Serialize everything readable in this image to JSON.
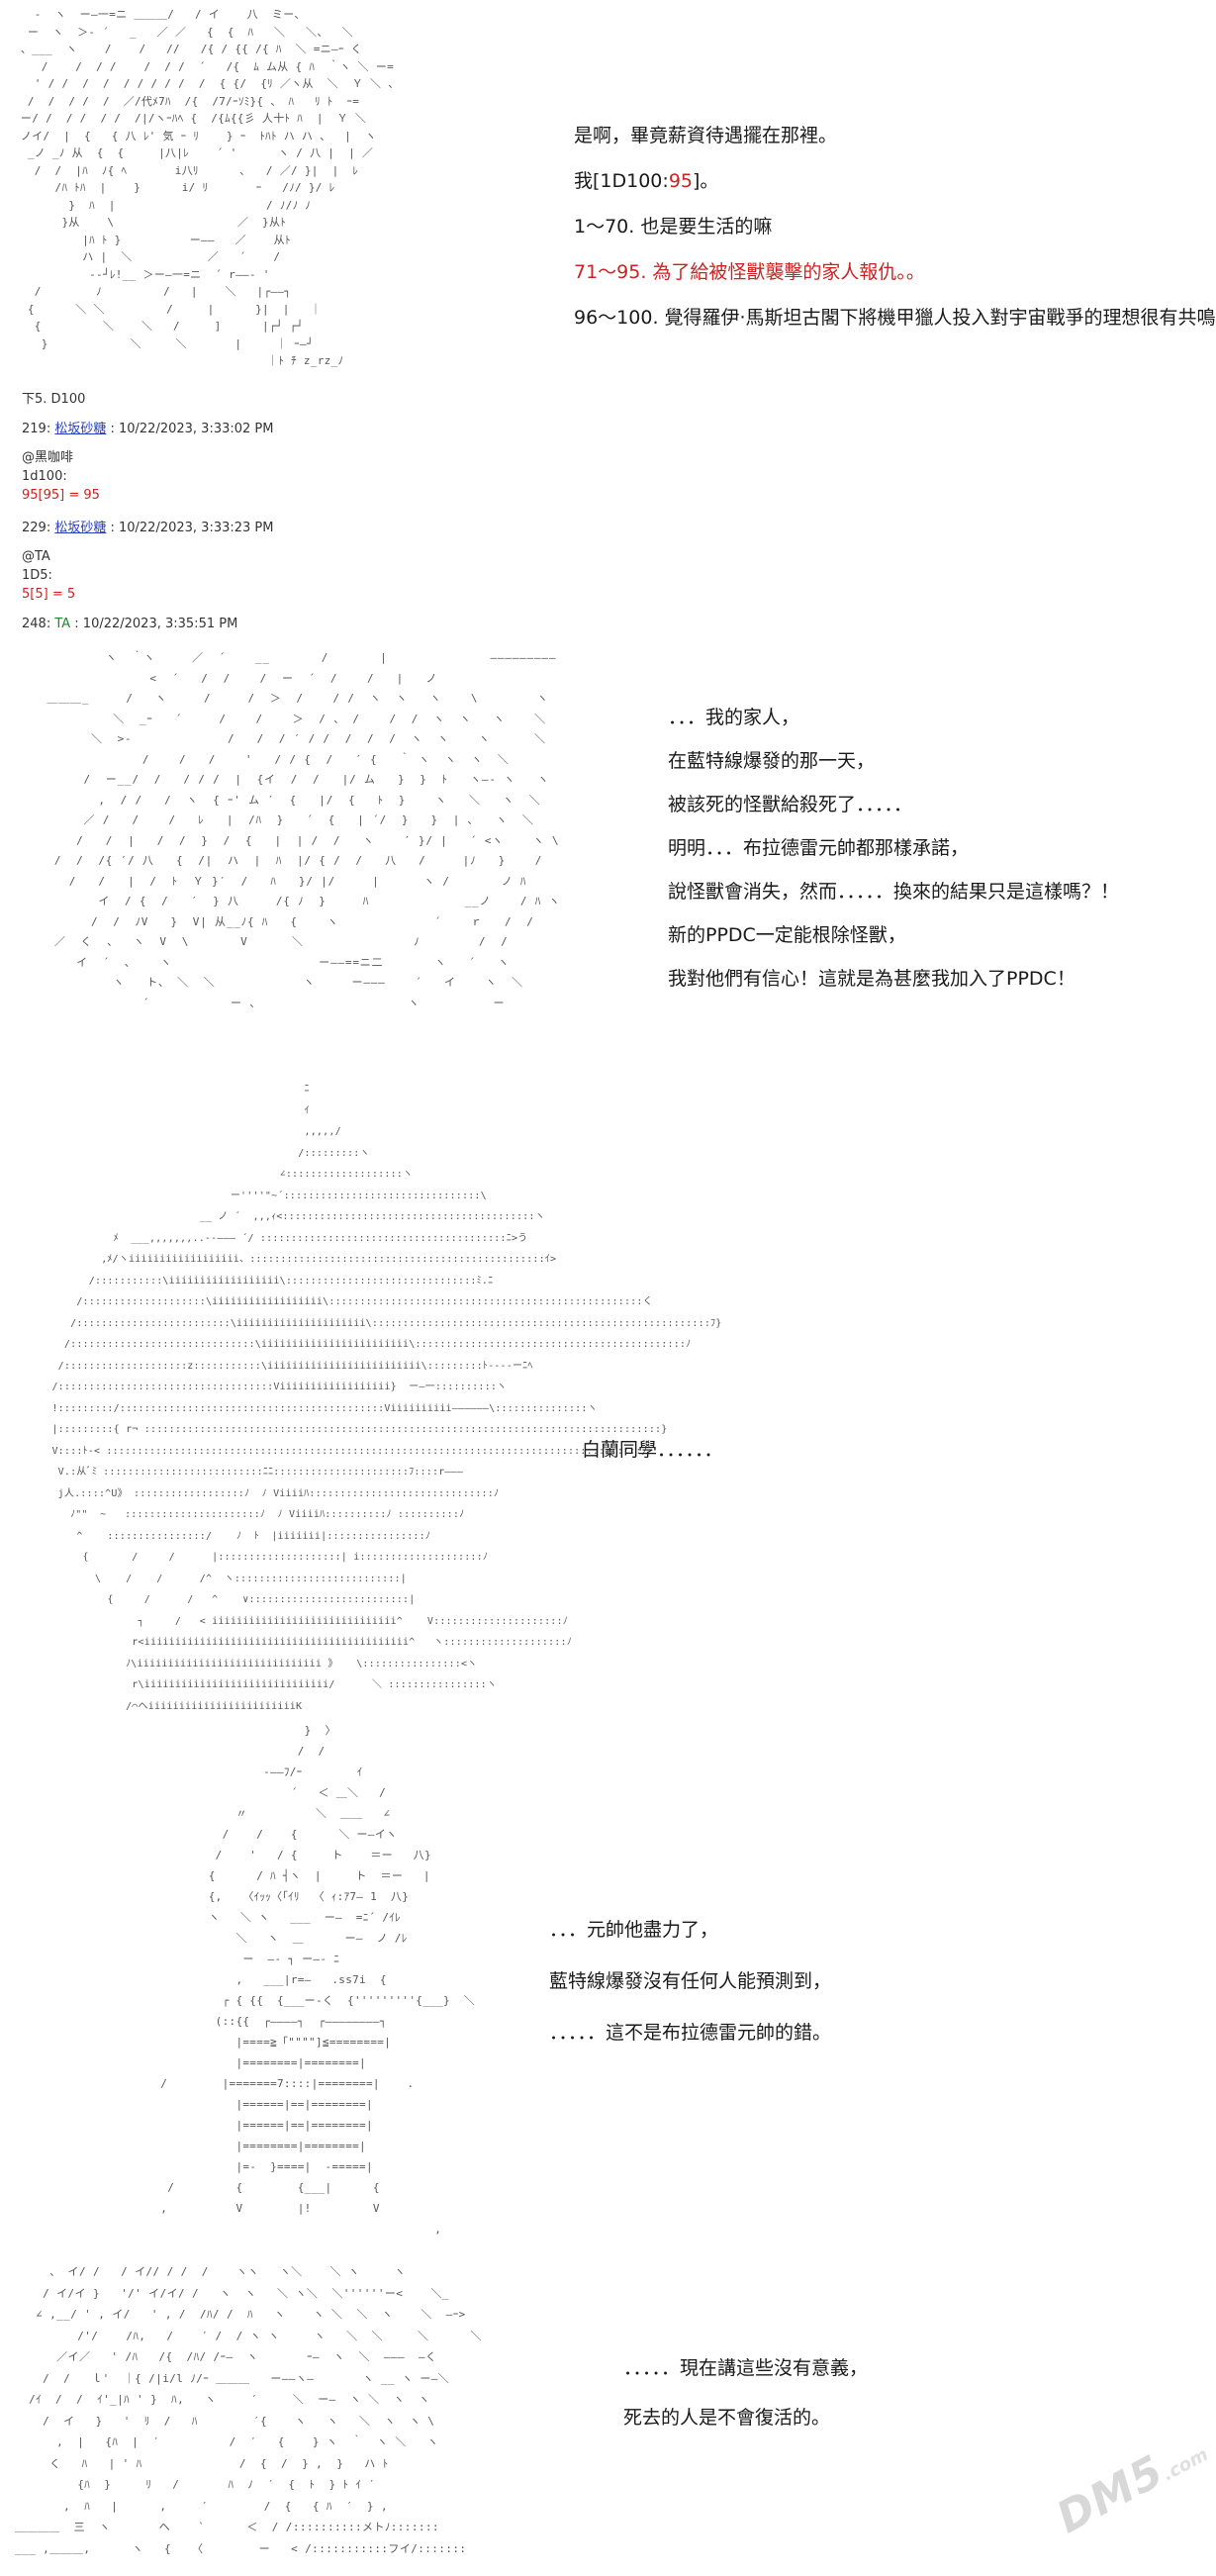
{
  "panels": [
    {
      "art": "   -  ヽ  ー―一=ニ ＿＿＿/   / イ    八  ミー、\n  ー  ヽ  ＞‐ ´   _   ／ ／   {  {  ﾊ   ＼   ＼、  ＼\n 、___  ヽ    /    /   //   /{ / {{ /{ ﾊ  ＼ =ニ―ｰ く\n    /    /  / /    /  / /  ´   /{  ﾑ ム从 { ﾊ  ｀ヽ ＼ ー=\n   ' / /  /  /  / / / / /  /  { {/  {ﾘ ／ヽ从  ＼  Ｙ ＼ 、\n  /  /  / /  /  ／/代ﾒ7ﾊ  /{  /7/ｰｿﾐ}{ 、 ﾊ   ﾘ ﾄ  ｰ=\n ー/ /  / /  / /  /|/ヽｰﾊﾍ {  /{ﾑ{{彡 人十ﾄ ﾊ  |  Ｙ ＼\n ノイ/  |  {   { 八 ﾚ' 気 ｰ ﾘ    } ｰ  ﾄﾊﾄ ハ ハ 、  |  ヽ\n  _ノ _ﾉ 从  {  {     |八|ﾚ    ´ '      ヽ / 八 |  | ／\n   /  /  |ﾊ  ﾉ{ ﾍ       i八ﾘ      ､   / ／/ }|  |  ﾚ\n      /ﾊ ﾄﾊ  |    }      i/ ﾘ       ｰ   /ﾉ/ }/ ﾚ\n        }  ﾊ  |                      / ﾉ/ﾉ ﾉ\n       }从    \\                  ／  }从ﾄ\n          |ﾊ ﾄ }          ー――   ／    从ﾄ\n          ハ |  ＼           ／   ´    /\n           ‐‐┘ﾚ!__ ＞ー―一=ニ  ´ r――‐ '\n   /        ﾉ         /   |    ＼   |┌――┐ \n  {      ＼ ＼         /     |      }|  |   ｜\n   {         ＼    ＼   /     ]      |┌┘ ┌┘\n    }            ＼     ＼       |     ｜ ｰ―┘\n                                     ｜ﾄ ﾁ z_rz_ﾉ",
      "lines": [
        {
          "text": "是啊，畢竟薪資待遇擺在那裡。",
          "red": false
        },
        {
          "text": "我[1D100:95]。",
          "red": false
        },
        {
          "text": "1〜70. 也是要生活的嘛",
          "red": false
        },
        {
          "text": "71〜95. 為了給被怪獸襲擊的家人報仇。。",
          "red": true
        },
        {
          "text": "96〜100. 覺得羅伊·馬斯坦古閣下將機甲獵人投入對宇宙戰爭的理想很有共鳴",
          "red": false
        }
      ]
    },
    {
      "art": "         ヽ  ｀ヽ     ／  ´    __       /       |              ―――――――――\n               <  ´   /  /    /  ー  ´  /    /   |   ノ\n ＿＿＿_     /   ヽ     /     /  ＞  /    / /  ヽ  ヽ   ヽ    \\        ヽ\n          ＼  _ｰ   ´     /    /    ＞  / 、 /    /  /  ヽ  ヽ   ヽ    ＼\n       ＼  >-             /   /  / ′ / /  /  /  /  ヽ  ヽ    ヽ      ＼\n              /    /   /    '   / / {  /   ′ {   ｀ ヽ  ヽ  ヽ  ＼\n      /  ー__/  /   / / /  |  {イ  /  /   |/ ム   }  }  ﾄ   ヽ―‐ ヽ   ヽ\n        ,  / /   /  ヽ  { ｰ' ム ′  {   |/  {   ﾄ  }    ヽ   ＼   ヽ  ＼\n      ／ /   /    /   ﾚ   |  /ﾊ  }   ´  {   | ´/  }   }  | ､   ヽ  ＼\n     /   /  |   /  /  }  /  {   |  | /  /   ヽ    ′ }/ |   ´ <ヽ    ヽ \\\n  /  /  /{ ′/ 八   {  /|  ハ  |  ﾊ  |/ { /  /   八   /     |ﾉ   }    /\n    /   /   |  /  ﾄ  Ｙ }′  /   ﾊ   }/ |/     |      ヽ /       ノ ﾊ\n        イ  / {  /   ′  } 八     /{ ﾉ  }     ﾊ             __ノ    / ﾊ ヽ\n       /  /  ﾉV   }  V| 从__ﾉ{ ﾊ   {    ヽ             ´    ｒ   /  /\n  ／  く  、  ヽ  V  \\       V      ＼               ﾉ        /  /\n     イ  ´  ､    ヽ                    ー――==ニ二       ヽ   ´   ヽ\n          ヽ   ト、 ＼  ＼            ヽ     ー―――    ´   イ    ヽ  ＼\n              ´           ー 、                    ヽ          ー",
      "lines": [
        {
          "text": "．．．我的家人，",
          "red": false
        },
        {
          "text": "在藍特線爆發的那一天，",
          "red": false
        },
        {
          "text": "被該死的怪獸給殺死了．．．．．",
          "red": false
        },
        {
          "text": "明明．．．布拉德雷元帥都那樣承諾，",
          "red": false
        },
        {
          "text": "說怪獸會消失，然而．．．．．換來的結果只是這樣嗎？！",
          "red": false
        },
        {
          "text": "新的PPDC一定能根除怪獸，",
          "red": false
        },
        {
          "text": "我對他們有信心！這就是為甚麼我加入了PPDC！",
          "red": false
        }
      ]
    },
    {
      "art": "                                           ﾆ\n                                           ｲ\n                                           ,,,,,/\n                                          /:::::::::ヽ\n                                       ∠:::::::::::::::::::ヽ\n                               ー''''\"~´::::::::::::::::::::::::::::::::\\\n                          __ ノ ´  ,,,ｨ<:::::::::::::::::::::::::::::::::::::::::ヽ\n            ﾒ  ___,,,,,,,..--――― ´/ ::::::::::::::::::::::::::::::::::::::::ﾆ>う\n          ,ﾒ/ヽiiiiiiiiiiiiiiiiii、::::::::::::::::::::::::::::::::::::::::::::::::ｲ>\n        /:::::::::::\\iiiiiiiiiiiiiiiiii\\:::::::::::::::::::::::::::::::ﾐ.ﾆ\n      /::::::::::::::::::::\\iiiiiiiiiiiiiiiiii\\:::::::::::::::::::::::::::::::::::::::::::::::::::く\n     /:::::::::::::::::::::::::\\iiiiiiiiiiiiiiiiiiiii\\:::::::::::::::::::::::::::::::::::::::::::::::::::::::ﾌ}\n    /::::::::::::::::::::::::::::::\\iiiiiiiiiiiiiiiiiiiiiiii\\::::::::::::::::::::::::::::::::::::::::::::ﾉ\n   /::::::::::::::::::::z:::::::::::\\iiiiiiiiiiiiiiiiiiiiiiiii\\:::::::::ﾄ----ーﾆﾍ\n  /:::::::::::::::::::::::::::::::::::Viiiiiiiiiiiiiiiiii}  ー―一::::::::::ヽ\n  !:::::::::/:::::::::::::::::::::::::::::::::::::::::::Viiiiiiiiii――――――\\:::::::::::::::ヽ\n  |:::::::::{ r¬ ::::::::::::::::::::::::::::::::::::::::::::::::::::::::::::::::::::::::::::::::::::}\n  V::::ﾄ-< :::::::::::::::::::::::::::::::::::::::::::::::::::::::::::::::::::::::::::::::::::::::/\n   V.:从ﾞﾐ ::::::::::::::::::::::::::ﾆﾆ::::::::::::::::::::::ﾌ::::r―――\n   j人.::::^U》 ::::::::::::::::::ﾉ  ﾉ Viiiiﾊ::::::::::::::::::::::::::::::ﾉ\n     ﾉ\"\"  ~   ::::::::::::::::::::::ﾉ  ﾉ Viiiiﾊ::::::::::ﾉ ::::::::::ﾉ\n      ^    ::::::::::::::::/    ﾉ  ﾄ  |iiiiiii|::::::::::::::::ﾉ\n       {       /     /      |::::::::::::::::::::| i::::::::::::::::::::ﾉ\n         \\    /    /      /^  ヽ:::::::::::::::::::::::::::|\n           {     /      /   ^    ∨::::::::::::::::::::::::::|\n                ┐     /   < iiiiiiiiiiiiiiiiiiiiiiiiiiiiii^    V:::::::::::::::::::::ﾉ\n               r<iiiiiiiiiiiiiiiiiiiiiiiiiiiiiiiiiiiiiiiiiii^   ヽ::::::::::::::::::::ﾉ\n              ﾉ\\iiiiiiiiiiiiiiiiiiiiiiiiiiiiii 》   \\::::::::::::::::<ヽ\n               r\\iiiiiiiiiiiiiiiiiiiiiiiiiiiiii/      ＼ ::::::::::::::::ヽ\n              /⌒ヘiiiiiiiiiiiiiiiiiiiiiiiiK",
      "lines": [
        {
          "text": "白蘭同學．．．．．．",
          "red": false
        }
      ]
    },
    {
      "art": "                              }  〉\n                             /  /\n                        ‐――ﾌ/ｰ        ｲ\n                            ´   ＜ ＿＼   /\n                    〃          ＼  ＿＿   ∠\n                  /    /    {      ＼ ー―イヽ\n                 /    '   / {     ト    ＝ー   八}\n                {      / ﾊ ┤ヽ  |     ト  ＝ー   |\n                {,   〈ｲｯｯ〈「ｲﾘ  〈 ｨ:ｱ7― 1  八}\n                ヽ   ＼ ヽ   ___  ー―  =ﾆ´ /ｲﾚ\n                    ＼   ヽ  ＿      ー―  ノ /ﾚ\n                     ー  ―‐ ┐ ー―‐ ﾆ\n                    ,   ___|r=―   .ss7i  {\n                  ┌ { {{  {___ー‐く  {'''''''''{___}  ＼\n                 (::{{  ┌――――┐  ┌――――――――┐\n                    |====≧「\"\"\"\"]≦========|\n                    |========|========|\n         /        |=======7::::|========|    .\n                    |======|==|========|\n                    |======|==|========|\n                    |========|========|\n                    |=-  }====|  -=====|\n          /         {        {___|      {\n         ,          V        |!         V\n                                                 ,",
      "lines": [
        {
          "text": "．．．元帥他盡力了，",
          "red": false
        },
        {
          "text": "藍特線爆發沒有任何人能預測到，",
          "red": false
        },
        {
          "text": "．．．．．這不是布拉德雷元帥的錯。",
          "red": false
        }
      ]
    },
    {
      "art": "      、 イ/ /   / イ// / /  /    ヽヽ   ヽ＼    ＼ ヽ     ヽ\n     / イ/イ }   '/' イ/イ/ /   ヽ  ヽ   ＼ ヽ＼  ＼''''''ー<    ＼_\n    ∠ ,__/ ' , イ/   ' , /  /ﾊ/ /  ﾊ   ヽ    ヽ ＼  ＼  ヽ    ＼  ―ｰ>\n          /'/    /ﾊ,   /    ′ /  / ヽ ヽ     ヽ   ＼  ＼     ＼      ＼\n       ／イ／   ' /ﾊ   /{  /ﾊ/ /ｰ―  ヽ       ｰ―  ヽ  ＼  ―――  ―く\n     /  /   ｌ'  ｜{ /|i/l ﾉ/ｰ ＿＿＿   ー――ヽ―       ヽ __ ヽ ー―＼\n   /ｲ  /  /  ｲ'_|ﾊ ' }  ﾊ,   ヽ     ′     ＼  ー―  ヽ ＼  ヽ  ヽ\n     /  イ   }   '  ﾘ  /   ﾊ        ′{    ヽ   ヽ   ＼  ヽ  ヽ \\\n       ,  |   {ﾊ  |  ′          /  ′   {    } ヽ  ｀  ヽ ＼   ヽ\n      く   ﾊ   | ' ﾊ              /  {  /  } ,  }   ハ ﾄ\n          {ﾊ  }     ﾘ   /       ﾊ  ﾉ  ′  {  ﾄ  } ﾄ ｲ ′\n        ,  ﾊ   |      ,     ′        /  {   { ﾊ  ′  } ,\n ＿＿＿＿  三  ヽ       ヘ    `      ＜  / /::::::::::メトﾉ:::::::\n ___ ,＿＿＿,      ヽ   {   〈        ー   < /:::::::::::フイ/:::::::",
      "lines": [
        {
          "text": "．．．．．現在講這些沒有意義，",
          "red": false
        },
        {
          "text": "死去的人是不會復活的。",
          "red": false
        }
      ]
    }
  ],
  "posts": [
    {
      "header": {
        "num": "",
        "name": "",
        "date": "下5. D100"
      },
      "body": []
    },
    {
      "header": {
        "num": "219: ",
        "name": "松坂砂糖",
        "date": " : 10/22/2023, 3:33:02 PM"
      },
      "body": [
        {
          "text": "@黑咖啡",
          "red": false
        },
        {
          "text": "1d100:",
          "red": false
        },
        {
          "text": "95[95] = 95",
          "red": true
        }
      ]
    },
    {
      "header": {
        "num": "229: ",
        "name": "松坂砂糖",
        "date": " : 10/22/2023, 3:33:23 PM"
      },
      "body": [
        {
          "text": "@TA",
          "red": false
        },
        {
          "text": "1D5:",
          "red": false
        },
        {
          "text": "5[5] = 5",
          "red": true
        }
      ]
    },
    {
      "header": {
        "num": "248: ",
        "name": "TA",
        "date": " : 10/22/2023, 3:35:51 PM"
      },
      "body": []
    }
  ],
  "watermark": {
    "brand": "DM5",
    "sub": ".com"
  }
}
